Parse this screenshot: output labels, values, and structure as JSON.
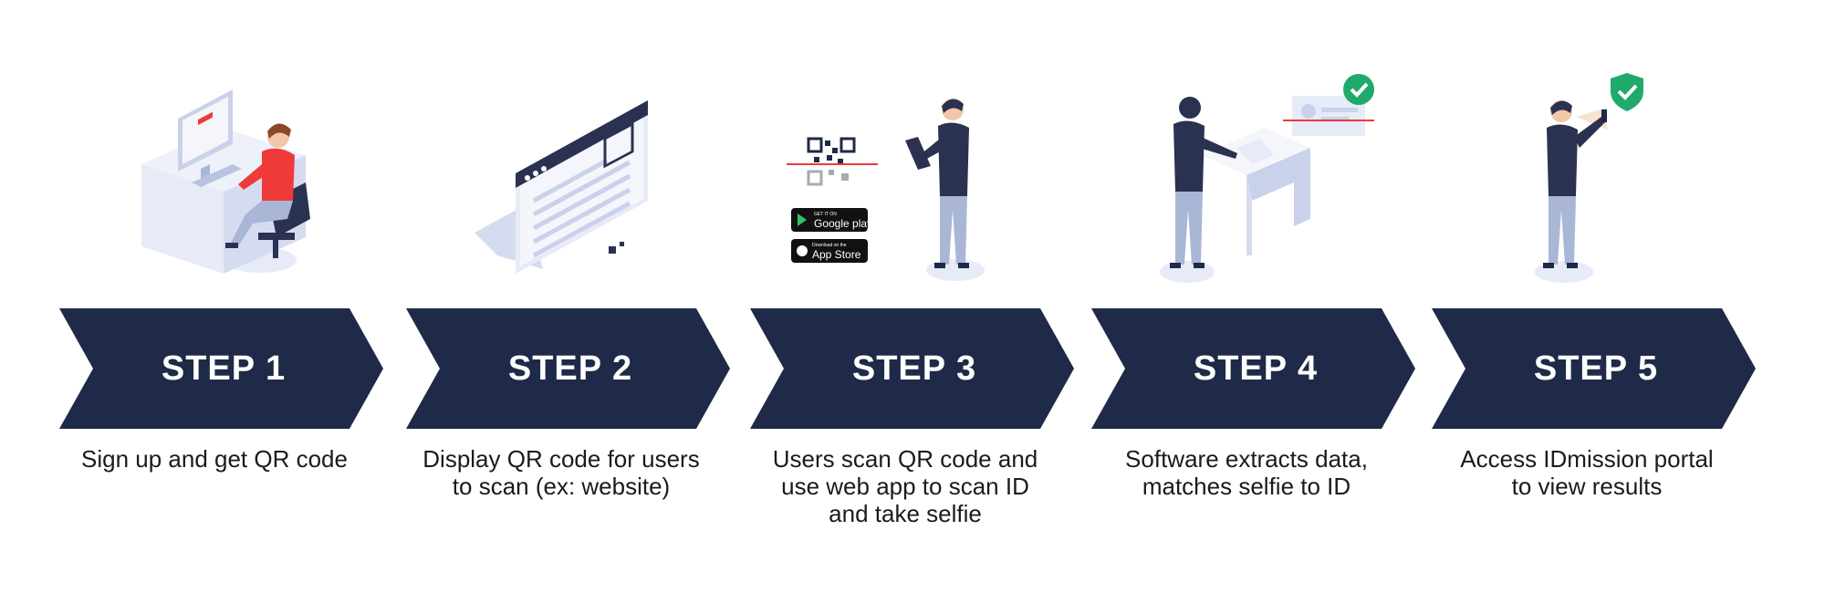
{
  "steps": [
    {
      "label": "STEP 1",
      "lines": [
        "Sign up and get QR code"
      ]
    },
    {
      "label": "STEP 2",
      "lines": [
        "Display QR code for users",
        "to scan (ex: website)"
      ]
    },
    {
      "label": "STEP 3",
      "lines": [
        "Users scan QR code and",
        "use web app to scan ID",
        "and take selfie"
      ]
    },
    {
      "label": "STEP 4",
      "lines": [
        "Software extracts data,",
        "matches selfie to ID"
      ]
    },
    {
      "label": "STEP 5",
      "lines": [
        "Access IDmission portal",
        "to view results"
      ]
    }
  ],
  "badges": {
    "google_play": "Google play",
    "google_play_small": "GET IT ON",
    "app_store": "App Store",
    "app_store_small": "Download on the"
  },
  "colors": {
    "arrow": "#1e2a47",
    "accent_red": "#ef3a3a",
    "check_green": "#1fa96b",
    "light_panel": "#e6ebf7",
    "mid_panel": "#c9d2ea",
    "figure_dark": "#2b3150",
    "figure_pants": "#a9b6d6"
  },
  "icons": [
    "desktop-user-icon",
    "browser-qr-icon",
    "phone-scan-icon",
    "desk-verify-icon",
    "shield-check-icon"
  ]
}
